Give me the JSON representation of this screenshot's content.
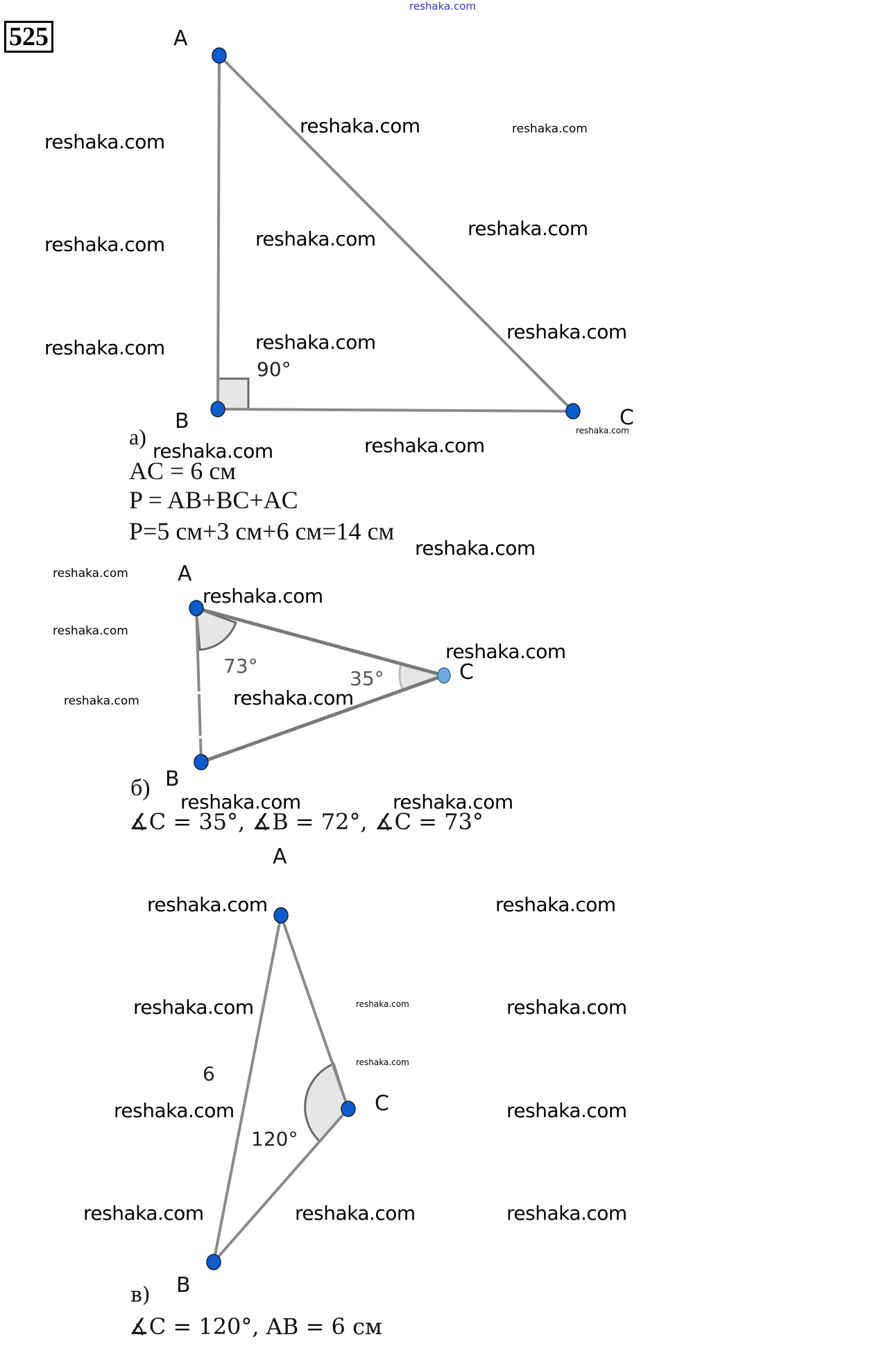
{
  "header": {
    "task_number": "525",
    "site_watermark": "reshaka.com"
  },
  "watermark_text": "reshaka.com",
  "part_a": {
    "label": "а)",
    "vertices": {
      "A": "A",
      "B": "B",
      "C": "C"
    },
    "angle_label": "90°",
    "lines": [
      "AC = 6 см",
      "P = AB+BC+AC",
      "P=5 см+3 см+6 см=14 см"
    ]
  },
  "part_b": {
    "label": "б)",
    "vertices": {
      "A": "A",
      "B": "B",
      "C": "C"
    },
    "angle_a": "73°",
    "angle_c": "35°",
    "result": "∡C = 35°, ∡B = 72°, ∡C = 73°"
  },
  "part_c": {
    "label": "в)",
    "vertices": {
      "A": "A",
      "B": "B",
      "C": "C"
    },
    "side_label": "6",
    "angle_c": "120°",
    "result": "∡C = 120°, AB = 6 см"
  },
  "colors": {
    "point_fill": "#0b5ccc",
    "point_fill_light": "#6fa8dc",
    "line": "#7a7a7a",
    "angle_fill": "#e6e6e6"
  }
}
